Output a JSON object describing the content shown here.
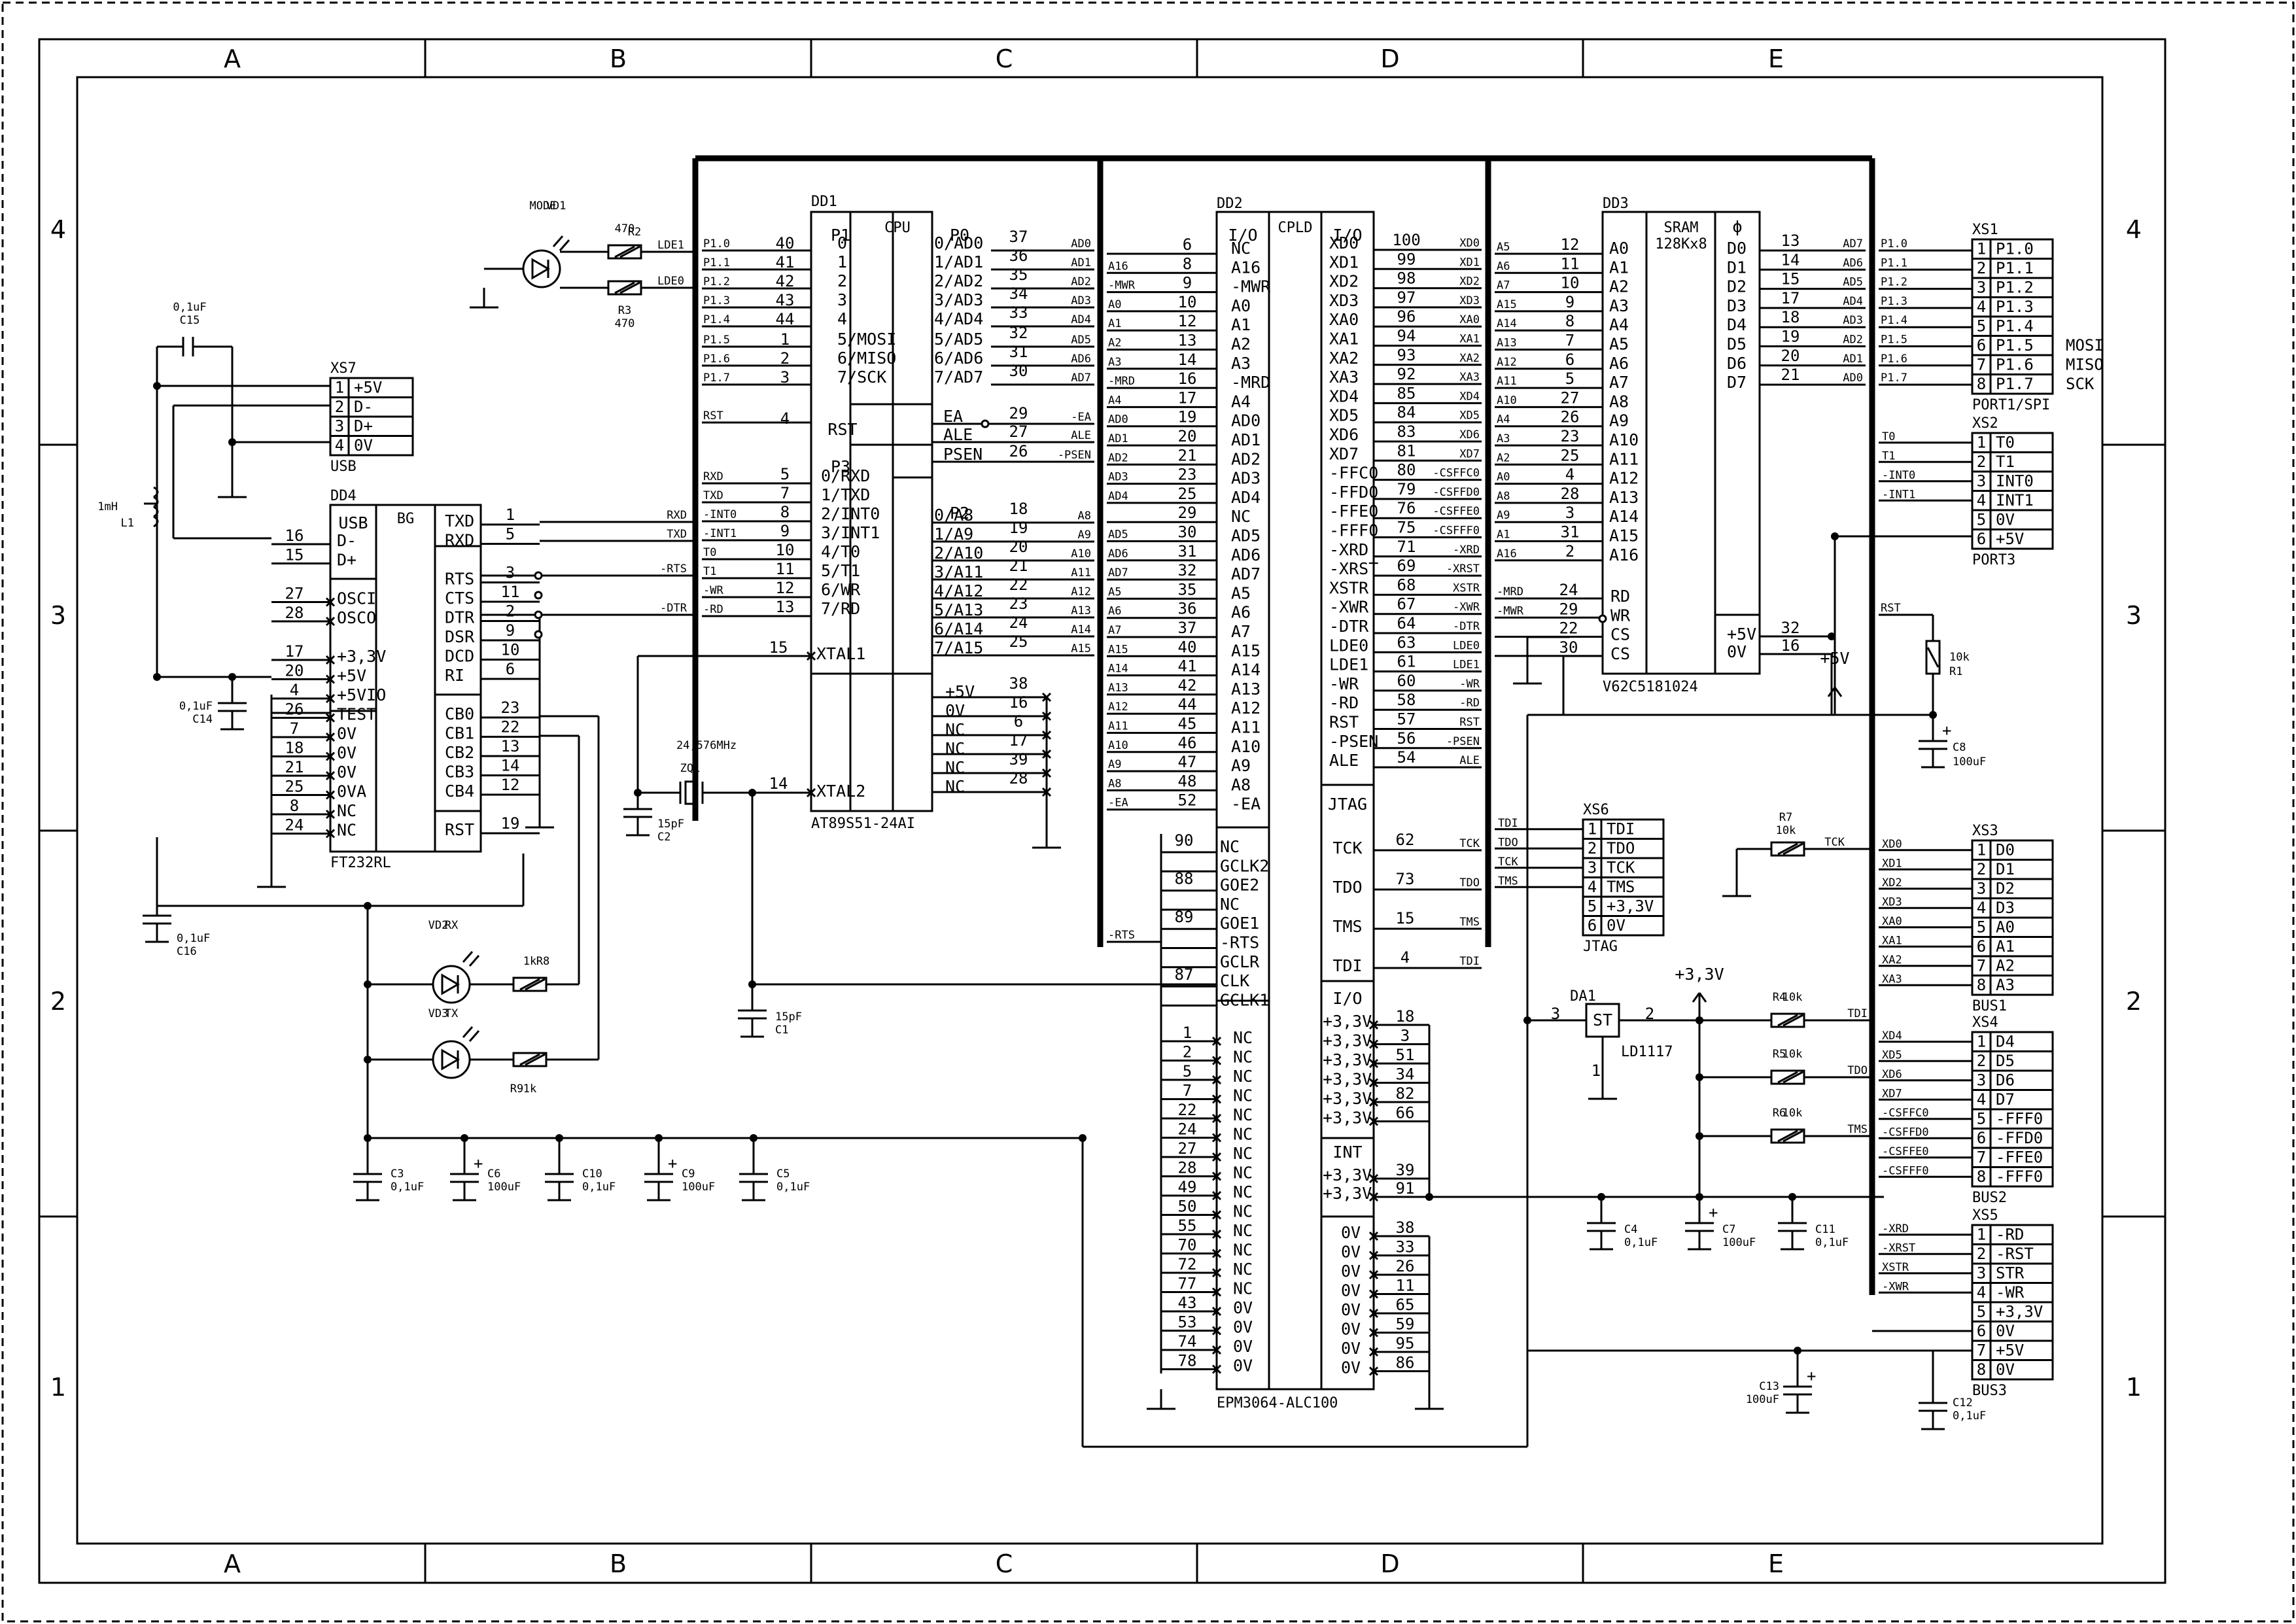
{
  "frame": {
    "columns": [
      "A",
      "B",
      "C",
      "D",
      "E"
    ],
    "rows": [
      "4",
      "3",
      "2",
      "1"
    ]
  },
  "chips": {
    "dd1": {
      "ref": "DD1",
      "name": "AT89S51-24AI",
      "core": "CPU",
      "p1": "P1",
      "p0": "P0",
      "p3": "P3",
      "p2": "P2",
      "rst": "RST",
      "p1_pins": [
        "0",
        "1",
        "2",
        "3",
        "4",
        "5/MOSI",
        "6/MISO",
        "7/SCK"
      ],
      "p1_nums": [
        "40",
        "41",
        "42",
        "43",
        "44",
        "1",
        "2",
        "3"
      ],
      "p1_nets": [
        "P1.0",
        "P1.1",
        "P1.2",
        "P1.3",
        "P1.4",
        "P1.5",
        "P1.6",
        "P1.7"
      ],
      "p0_pins": [
        "0/AD0",
        "1/AD1",
        "2/AD2",
        "3/AD3",
        "4/AD4",
        "5/AD5",
        "6/AD6",
        "7/AD7"
      ],
      "p0_nums": [
        "37",
        "36",
        "35",
        "34",
        "33",
        "32",
        "31",
        "30"
      ],
      "p0_nets": [
        "AD0",
        "AD1",
        "AD2",
        "AD3",
        "AD4",
        "AD5",
        "AD6",
        "AD7"
      ],
      "p3_pins": [
        "0/RXD",
        "1/TXD",
        "2/INT0",
        "3/INT1",
        "4/T0",
        "5/T1",
        "6/WR",
        "7/RD"
      ],
      "p3_nums": [
        "5",
        "7",
        "8",
        "9",
        "10",
        "11",
        "12",
        "13"
      ],
      "p3_nets": [
        "RXD",
        "TXD",
        "-INT0",
        "-INT1",
        "T0",
        "T1",
        "-WR",
        "-RD"
      ],
      "p2_pins": [
        "0/A8",
        "1/A9",
        "2/A10",
        "3/A11",
        "4/A12",
        "5/A13",
        "6/A14",
        "7/A15"
      ],
      "p2_nums": [
        "18",
        "19",
        "20",
        "21",
        "22",
        "23",
        "24",
        "25"
      ],
      "p2_nets": [
        "A8",
        "A9",
        "A10",
        "A11",
        "A12",
        "A13",
        "A14",
        "A15"
      ],
      "ctl_pins": [
        "EA",
        "ALE",
        "PSEN"
      ],
      "ctl_nums": [
        "29",
        "27",
        "26"
      ],
      "ctl_nets": [
        "-EA",
        "ALE",
        "-PSEN"
      ],
      "rst_num": "4",
      "rst_net": "RST",
      "xtal": [
        "XTAL1",
        "XTAL2"
      ],
      "xtal_nums": [
        "15",
        "14"
      ],
      "pwr_pins": [
        "+5V",
        "0V",
        "NC",
        "NC",
        "NC",
        "NC"
      ],
      "pwr_nums": [
        "38",
        "16",
        "6",
        "17",
        "39",
        "28"
      ]
    },
    "dd2": {
      "ref": "DD2",
      "name": "EPM3064-ALC100",
      "core": "CPLD",
      "io": "I/O",
      "left_pins": [
        "NC",
        "A16",
        "-MWR",
        "A0",
        "A1",
        "A2",
        "A3",
        "-MRD",
        "A4",
        "AD0",
        "AD1",
        "AD2",
        "AD3",
        "AD4",
        "NC",
        "AD5",
        "AD6",
        "AD7",
        "A5",
        "A6",
        "A7",
        "A15",
        "A14",
        "A13",
        "A12",
        "A11",
        "A10",
        "A9",
        "A8",
        "-EA"
      ],
      "left_nums": [
        "6",
        "8",
        "9",
        "10",
        "12",
        "13",
        "14",
        "16",
        "17",
        "19",
        "20",
        "21",
        "23",
        "25",
        "29",
        "30",
        "31",
        "32",
        "35",
        "36",
        "37",
        "40",
        "41",
        "42",
        "44",
        "45",
        "46",
        "47",
        "48",
        "52"
      ],
      "left_nets": [
        "",
        "A16",
        "-MWR",
        "A0",
        "A1",
        "A2",
        "A3",
        "-MRD",
        "A4",
        "AD0",
        "AD1",
        "AD2",
        "AD3",
        "AD4",
        "",
        "AD5",
        "AD6",
        "AD7",
        "A5",
        "A6",
        "A7",
        "A15",
        "A14",
        "A13",
        "A12",
        "A11",
        "A10",
        "A9",
        "A8",
        "-EA"
      ],
      "right_pins": [
        "XD0",
        "XD1",
        "XD2",
        "XD3",
        "XA0",
        "XA1",
        "XA2",
        "XA3",
        "XD4",
        "XD5",
        "XD6",
        "XD7",
        "-FFC0",
        "-FFD0",
        "-FFE0",
        "-FFF0",
        "-XRD",
        "-XRST",
        "XSTR",
        "-XWR",
        "-DTR",
        "LDE0",
        "LDE1",
        "-WR",
        "-RD",
        "RST",
        "-PSEN",
        "ALE"
      ],
      "right_nums": [
        "100",
        "99",
        "98",
        "97",
        "96",
        "94",
        "93",
        "92",
        "85",
        "84",
        "83",
        "81",
        "80",
        "79",
        "76",
        "75",
        "71",
        "69",
        "68",
        "67",
        "64",
        "63",
        "61",
        "60",
        "58",
        "57",
        "56",
        "54"
      ],
      "right_nets": [
        "XD0",
        "XD1",
        "XD2",
        "XD3",
        "XA0",
        "XA1",
        "XA2",
        "XA3",
        "XD4",
        "XD5",
        "XD6",
        "XD7",
        "-CSFFC0",
        "-CSFFD0",
        "-CSFFE0",
        "-CSFFF0",
        "-XRD",
        "-XRST",
        "XSTR",
        "-XWR",
        "-DTR",
        "LDE0",
        "LDE1",
        "-WR",
        "-RD",
        "RST",
        "-PSEN",
        "ALE"
      ],
      "ctl_pins": [
        "NC",
        "GCLK2",
        "GOE2",
        "NC",
        "GOE1",
        "-RTS",
        "GCLR",
        "CLK",
        "GCLK1"
      ],
      "ctl_nums": [
        "90",
        "",
        "88",
        "",
        "89",
        "",
        "",
        "87",
        ""
      ],
      "jtag_title": "JTAG",
      "jtag_pins": [
        "TCK",
        "TDO",
        "TMS",
        "TDI"
      ],
      "jtag_nums": [
        "62",
        "73",
        "15",
        "4"
      ],
      "jtag_nets": [
        "TCK",
        "TDO",
        "TMS",
        "TDI"
      ],
      "nc_nums": [
        "1",
        "2",
        "5",
        "7",
        "22",
        "24",
        "27",
        "28",
        "49",
        "50",
        "55",
        "70",
        "72",
        "77",
        "43",
        "53",
        "74",
        "78"
      ],
      "nc_pins": [
        "NC",
        "NC",
        "NC",
        "NC",
        "NC",
        "NC",
        "NC",
        "NC",
        "NC",
        "NC",
        "NC",
        "NC",
        "NC",
        "NC",
        "0V",
        "0V",
        "0V",
        "0V"
      ],
      "io_title": "I/O",
      "io_pins": [
        "+3,3V",
        "+3,3V",
        "+3,3V",
        "+3,3V",
        "+3,3V",
        "+3,3V"
      ],
      "io_nums": [
        "18",
        "3",
        "51",
        "34",
        "82",
        "66"
      ],
      "int_title": "INT",
      "int_pins": [
        "+3,3V",
        "+3,3V"
      ],
      "int_nums": [
        "39",
        "91"
      ],
      "gnd_pins": [
        "0V",
        "0V",
        "0V",
        "0V",
        "0V",
        "0V",
        "0V",
        "0V"
      ],
      "gnd_nums": [
        "38",
        "33",
        "26",
        "11",
        "65",
        "59",
        "95",
        "86"
      ],
      "ext_net": "-RTS"
    },
    "dd3": {
      "ref": "DD3",
      "name": "V62C5181024",
      "title": "SRAM",
      "sub": "128Kx8",
      "a_pins": [
        "A0",
        "A1",
        "A2",
        "A3",
        "A4",
        "A5",
        "A6",
        "A7",
        "A8",
        "A9",
        "A10",
        "A11",
        "A12",
        "A13",
        "A14",
        "A15",
        "A16"
      ],
      "a_nums": [
        "12",
        "11",
        "10",
        "9",
        "8",
        "7",
        "6",
        "5",
        "27",
        "26",
        "23",
        "25",
        "4",
        "28",
        "3",
        "31",
        "2"
      ],
      "a_nets": [
        "A5",
        "A6",
        "A7",
        "A15",
        "A14",
        "A13",
        "A12",
        "A11",
        "A10",
        "A4",
        "A3",
        "A2",
        "A0",
        "A8",
        "A9",
        "A1",
        "A16"
      ],
      "d_pins": [
        "D0",
        "D1",
        "D2",
        "D3",
        "D4",
        "D5",
        "D6",
        "D7"
      ],
      "d_nums": [
        "13",
        "14",
        "15",
        "17",
        "18",
        "19",
        "20",
        "21"
      ],
      "d_nets": [
        "AD7",
        "AD6",
        "AD5",
        "AD4",
        "AD3",
        "AD2",
        "AD1",
        "AD0"
      ],
      "d_out": [
        "P1.0",
        "P1.1",
        "P1.2",
        "P1.3",
        "P1.4",
        "P1.5",
        "P1.6",
        "P1.7"
      ],
      "ctl_pins": [
        "RD",
        "WR",
        "CS",
        "CS"
      ],
      "ctl_nums": [
        "24",
        "29",
        "22",
        "30"
      ],
      "ctl_nets": [
        "-MRD",
        "-MWR",
        "",
        ""
      ],
      "pwr_pins": [
        "+5V",
        "0V"
      ],
      "pwr_nums": [
        "32",
        "16"
      ]
    },
    "dd4": {
      "ref": "DD4",
      "name": "FT232RL",
      "usb": "USB",
      "bg": "BG",
      "left_pins": [
        "D-",
        "D+",
        "",
        "OSCI",
        "OSCO",
        "",
        "+3,3V",
        "+5V",
        "+5VIO",
        "TEST",
        "0V",
        "0V",
        "0V",
        "0VA",
        "NC",
        "NC"
      ],
      "left_nums": [
        "16",
        "15",
        "",
        "27",
        "28",
        "",
        "17",
        "20",
        "4",
        "26",
        "7",
        "18",
        "21",
        "25",
        "8",
        "24"
      ],
      "right_pins": [
        "TXD",
        "RXD",
        "",
        "RTS",
        "CTS",
        "DTR",
        "DSR",
        "DCD",
        "RI",
        "",
        "CB0",
        "CB1",
        "CB2",
        "CB3",
        "CB4",
        "",
        "RST"
      ],
      "right_nums": [
        "1",
        "5",
        "",
        "3",
        "11",
        "2",
        "9",
        "10",
        "6",
        "",
        "23",
        "22",
        "13",
        "14",
        "12",
        "",
        "19"
      ]
    },
    "da1": {
      "ref": "DA1",
      "name": "LD1117",
      "center": "ST",
      "nums": [
        "3",
        "2",
        "1"
      ]
    }
  },
  "connectors": {
    "xs7": {
      "ref": "XS7",
      "name": "USB",
      "pins": [
        "1",
        "2",
        "3",
        "4"
      ],
      "labels": [
        "+5V",
        "D-",
        "D+",
        "0V"
      ]
    },
    "xs1": {
      "ref": "XS1",
      "name": "PORT1/SPI",
      "pins": [
        "1",
        "2",
        "3",
        "4",
        "5",
        "6",
        "7",
        "8"
      ],
      "labels": [
        "P1.0",
        "P1.1",
        "P1.2",
        "P1.3",
        "P1.4",
        "P1.5",
        "P1.6",
        "P1.7"
      ],
      "notes": [
        "",
        "",
        "",
        "",
        "",
        "MOSI",
        "MISO",
        "SCK"
      ]
    },
    "xs2": {
      "ref": "XS2",
      "name": "PORT3",
      "pins": [
        "1",
        "2",
        "3",
        "4",
        "5",
        "6"
      ],
      "labels": [
        "T0",
        "T1",
        "INT0",
        "INT1",
        "0V",
        "+5V"
      ],
      "nets": [
        "T0",
        "T1",
        "-INT0",
        "-INT1",
        "",
        ""
      ]
    },
    "xs6": {
      "ref": "XS6",
      "name": "JTAG",
      "pins": [
        "1",
        "2",
        "3",
        "4",
        "5",
        "6"
      ],
      "labels": [
        "TDI",
        "TDO",
        "TCK",
        "TMS",
        "+3,3V",
        "0V"
      ],
      "nets": [
        "TDI",
        "TDO",
        "TCK",
        "TMS",
        "",
        ""
      ]
    },
    "xs3": {
      "ref": "XS3",
      "name": "BUS1",
      "pins": [
        "1",
        "2",
        "3",
        "4",
        "5",
        "6",
        "7",
        "8"
      ],
      "labels": [
        "D0",
        "D1",
        "D2",
        "D3",
        "A0",
        "A1",
        "A2",
        "A3"
      ],
      "nets": [
        "XD0",
        "XD1",
        "XD2",
        "XD3",
        "XA0",
        "XA1",
        "XA2",
        "XA3"
      ]
    },
    "xs4": {
      "ref": "XS4",
      "name": "BUS2",
      "pins": [
        "1",
        "2",
        "3",
        "4",
        "5",
        "6",
        "7",
        "8"
      ],
      "labels": [
        "D4",
        "D5",
        "D6",
        "D7",
        "-FFF0",
        "-FFD0",
        "-FFE0",
        "-FFF0"
      ],
      "nets": [
        "XD4",
        "XD5",
        "XD6",
        "XD7",
        "-CSFFC0",
        "-CSFFD0",
        "-CSFFE0",
        "-CSFFF0"
      ]
    },
    "xs5": {
      "ref": "XS5",
      "name": "BUS3",
      "pins": [
        "1",
        "2",
        "3",
        "4",
        "5",
        "6",
        "7",
        "8"
      ],
      "labels": [
        "-RD",
        "-RST",
        "STR",
        "-WR",
        "+3,3V",
        "0V",
        "+5V",
        "0V"
      ],
      "nets": [
        "-XRD",
        "-XRST",
        "XSTR",
        "-XWR",
        "",
        "",
        "",
        ""
      ]
    }
  },
  "passives": {
    "r2": {
      "ref": "R2",
      "value": "470",
      "net": "LDE1"
    },
    "r3": {
      "ref": "R3",
      "value": "470",
      "net": "LDE0"
    },
    "vd1": {
      "ref": "VD1",
      "value": "MODE"
    },
    "c15": {
      "ref": "C15",
      "value": "0,1uF"
    },
    "l1": {
      "ref": "L1",
      "value": "1mH"
    },
    "c14": {
      "ref": "C14",
      "value": "0,1uF"
    },
    "c16": {
      "ref": "C16",
      "value": "0,1uF"
    },
    "vd2": {
      "ref": "VD2",
      "value": "RX"
    },
    "vd3": {
      "ref": "VD3",
      "value": "TX"
    },
    "r8": {
      "ref": "R8",
      "value": "1k"
    },
    "r9": {
      "ref": "R9",
      "value": "1k"
    },
    "zq1": {
      "ref": "ZQ1",
      "value": "24,576MHz"
    },
    "c2": {
      "ref": "C2",
      "value": "15pF"
    },
    "c1": {
      "ref": "C1",
      "value": "15pF"
    },
    "c3": {
      "ref": "C3",
      "value": "0,1uF"
    },
    "c6": {
      "ref": "C6",
      "value": "100uF"
    },
    "c10": {
      "ref": "C10",
      "value": "0,1uF"
    },
    "c9": {
      "ref": "C9",
      "value": "100uF"
    },
    "c5": {
      "ref": "C5",
      "value": "0,1uF"
    },
    "r1": {
      "ref": "R1",
      "value": "10k"
    },
    "c8": {
      "ref": "C8",
      "value": "100uF"
    },
    "r7": {
      "ref": "R7",
      "value": "10k"
    },
    "r4": {
      "ref": "R4",
      "value": "10k"
    },
    "r5": {
      "ref": "R5",
      "value": "10k"
    },
    "r6": {
      "ref": "R6",
      "value": "10k"
    },
    "c4": {
      "ref": "C4",
      "value": "0,1uF"
    },
    "c7": {
      "ref": "C7",
      "value": "100uF"
    },
    "c11": {
      "ref": "C11",
      "value": "0,1uF"
    },
    "c13": {
      "ref": "C13",
      "value": "100uF"
    },
    "c12": {
      "ref": "C12",
      "value": "0,1uF"
    }
  },
  "rails": {
    "v5": "+5V",
    "v33": "+3,3V"
  },
  "dd4_nets": {
    "rxd": "RXD",
    "txd": "TXD",
    "int0": "-INT0",
    "int1": "-INT1",
    "t0": "T0",
    "t1": "T1",
    "rts": "-RTS",
    "wr": "-WR",
    "dtr": "-DTR",
    "rd": "-RD",
    "rst": "RST"
  },
  "misc_nets": {
    "r7": "TCK",
    "r4": "TDI",
    "r5": "TDO",
    "r6": "TMS",
    "r1": "RST"
  }
}
